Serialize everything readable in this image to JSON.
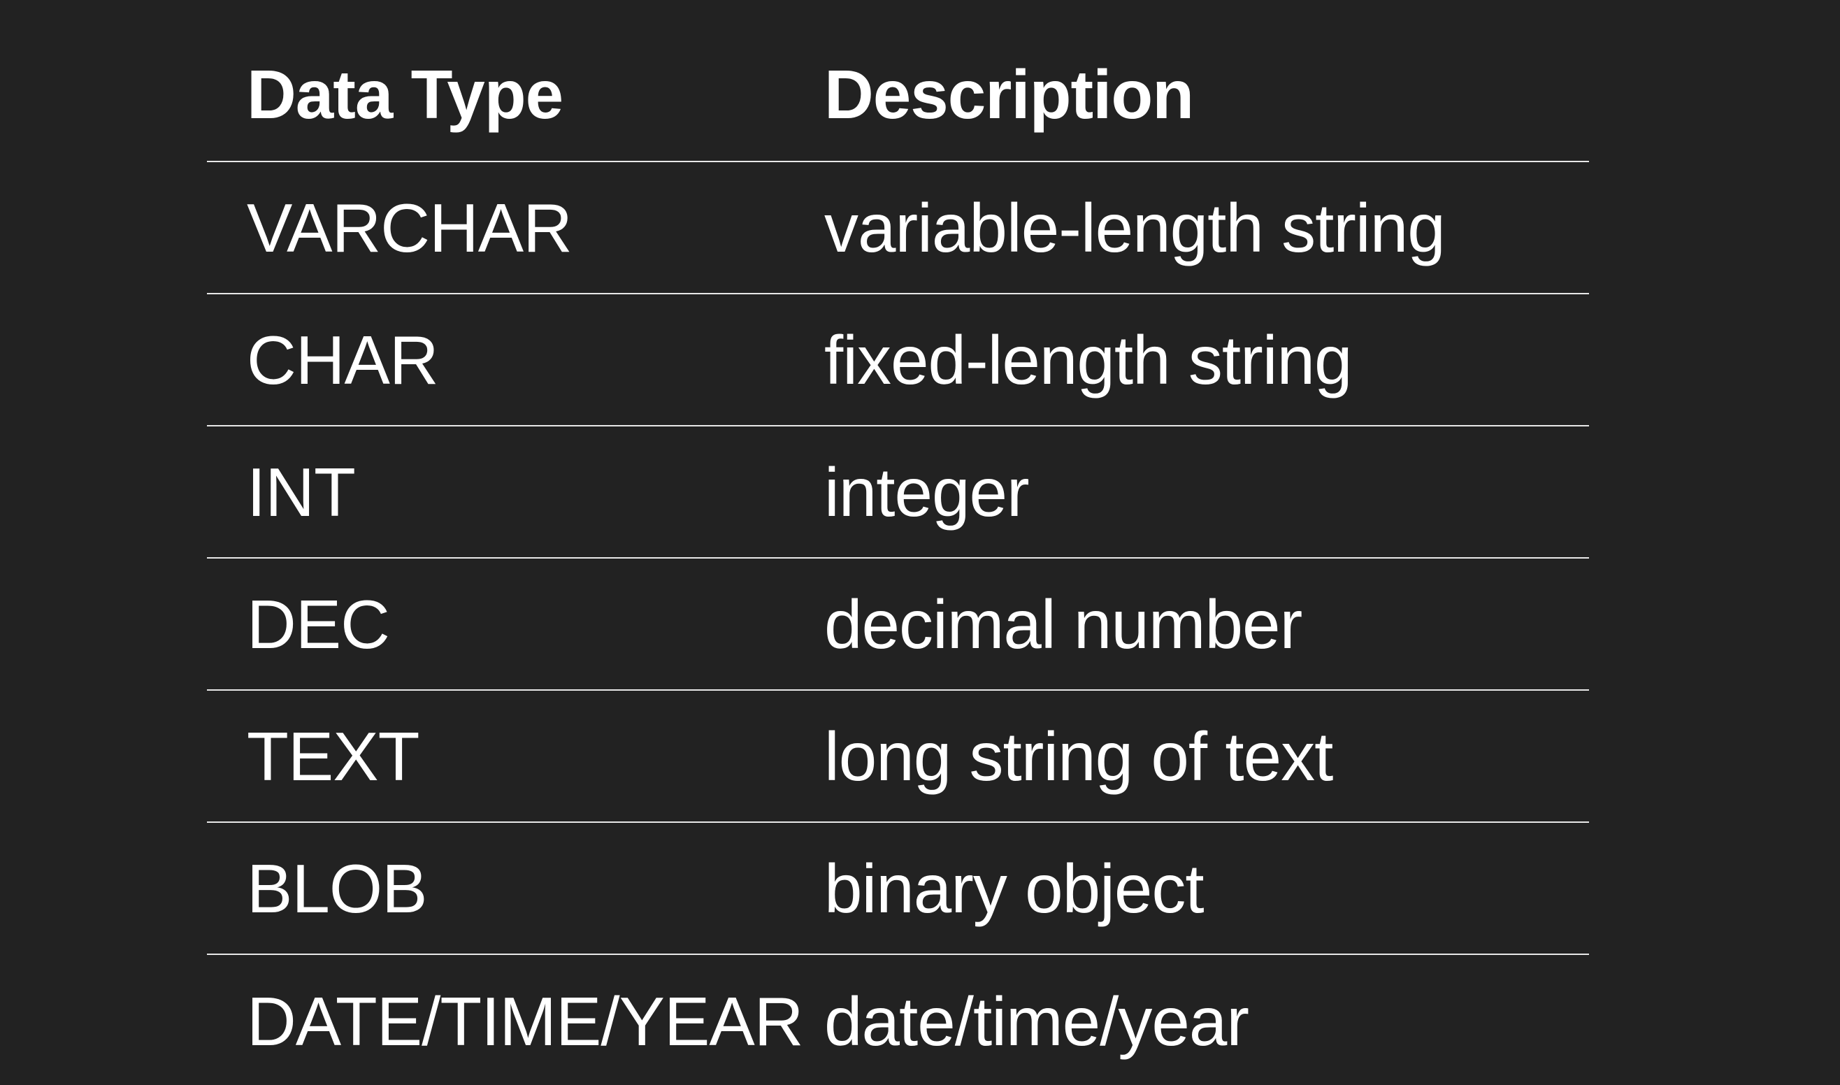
{
  "table": {
    "headers": {
      "type": "Data Type",
      "description": "Description"
    },
    "rows": [
      {
        "type": "VARCHAR",
        "description": "variable-length string"
      },
      {
        "type": "CHAR",
        "description": "fixed-length string"
      },
      {
        "type": "INT",
        "description": "integer"
      },
      {
        "type": "DEC",
        "description": "decimal number"
      },
      {
        "type": "TEXT",
        "description": "long string of text"
      },
      {
        "type": "BLOB",
        "description": "binary object"
      },
      {
        "type": "DATE/TIME/YEAR",
        "description": "date/time/year"
      }
    ]
  },
  "colors": {
    "background": "#222222",
    "text": "#ffffff",
    "divider": "#e8e8e8"
  }
}
